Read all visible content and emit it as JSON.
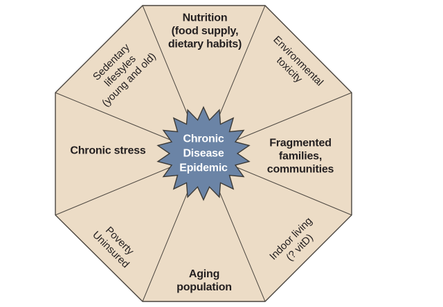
{
  "diagram": {
    "title": "Chronic Disease Epidemic causes diagram",
    "center": {
      "lines": [
        "Chronic",
        "Disease",
        "Epidemic"
      ]
    },
    "segments": [
      {
        "id": "nutrition",
        "lines": [
          "Nutrition",
          "(food supply,",
          "dietary habits)"
        ]
      },
      {
        "id": "environmental-toxicity",
        "lines": [
          "Environmental",
          "toxicity"
        ]
      },
      {
        "id": "fragmented-families",
        "lines": [
          "Fragmented",
          "families,",
          "communities"
        ]
      },
      {
        "id": "indoor-living",
        "lines": [
          "Indoor living",
          "(? vitD)"
        ]
      },
      {
        "id": "aging-population",
        "lines": [
          "Aging",
          "population"
        ]
      },
      {
        "id": "poverty-uninsured",
        "lines": [
          "Poverty",
          "Uninsured"
        ]
      },
      {
        "id": "chronic-stress",
        "lines": [
          "Chronic stress"
        ]
      },
      {
        "id": "sedentary-lifestyles",
        "lines": [
          "Sedentary",
          "lifestyles",
          "(young and old)"
        ]
      }
    ],
    "colors": {
      "background": "#ffffff",
      "segment_fill": "#ecdcc6",
      "outline": "#4a453f",
      "center_fill": "#6b84a6",
      "center_text": "#ffffff",
      "label_text": "#231f20"
    }
  }
}
